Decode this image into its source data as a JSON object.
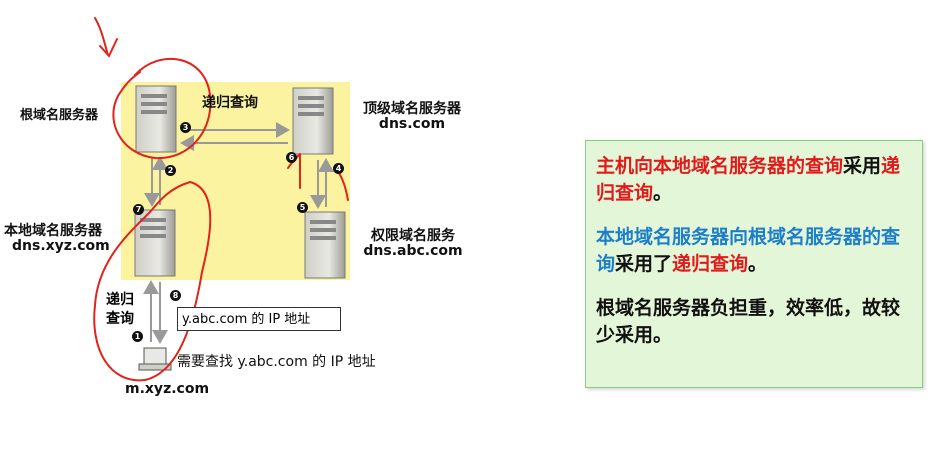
{
  "diagram": {
    "root_server_label": "根域名服务器",
    "tld_server_label_line1": "顶级域名服务器",
    "tld_server_label_line2": "dns.com",
    "local_server_label_line1": "本地域名服务器",
    "local_server_label_line2": "dns.xyz.com",
    "auth_server_label_line1": "权限域名服务",
    "auth_server_label_line2": "dns.abc.com",
    "recursive_query_top": "递归查询",
    "recursive_side_line1": "递归",
    "recursive_side_line2": "查询",
    "answer_box": "y.abc.com 的 IP 地址",
    "host_request": "需要查找 y.abc.com 的 IP 地址",
    "host_label": "m.xyz.com",
    "steps": [
      "1",
      "2",
      "3",
      "4",
      "5",
      "6",
      "7",
      "8"
    ]
  },
  "note": {
    "para1_red": "主机向本地域名服务器的查询",
    "para1_prefix": "采用",
    "para1_red2": "递归查询",
    "para1_suffix": "。",
    "para2_blue": "本地域名服务器向根域名服务器的查询",
    "para2_mid": "采用了",
    "para2_red": "递归查询",
    "para2_suffix": "。",
    "para3": "根域名服务器负担重，效率低，故较少采用。"
  },
  "colors": {
    "note_bg": "#e3f7d8",
    "note_border": "#84cf7d",
    "highlight_red": "#e11b1b",
    "highlight_blue": "#1d7ec9",
    "panel_yellow": "#fbf3a0"
  }
}
